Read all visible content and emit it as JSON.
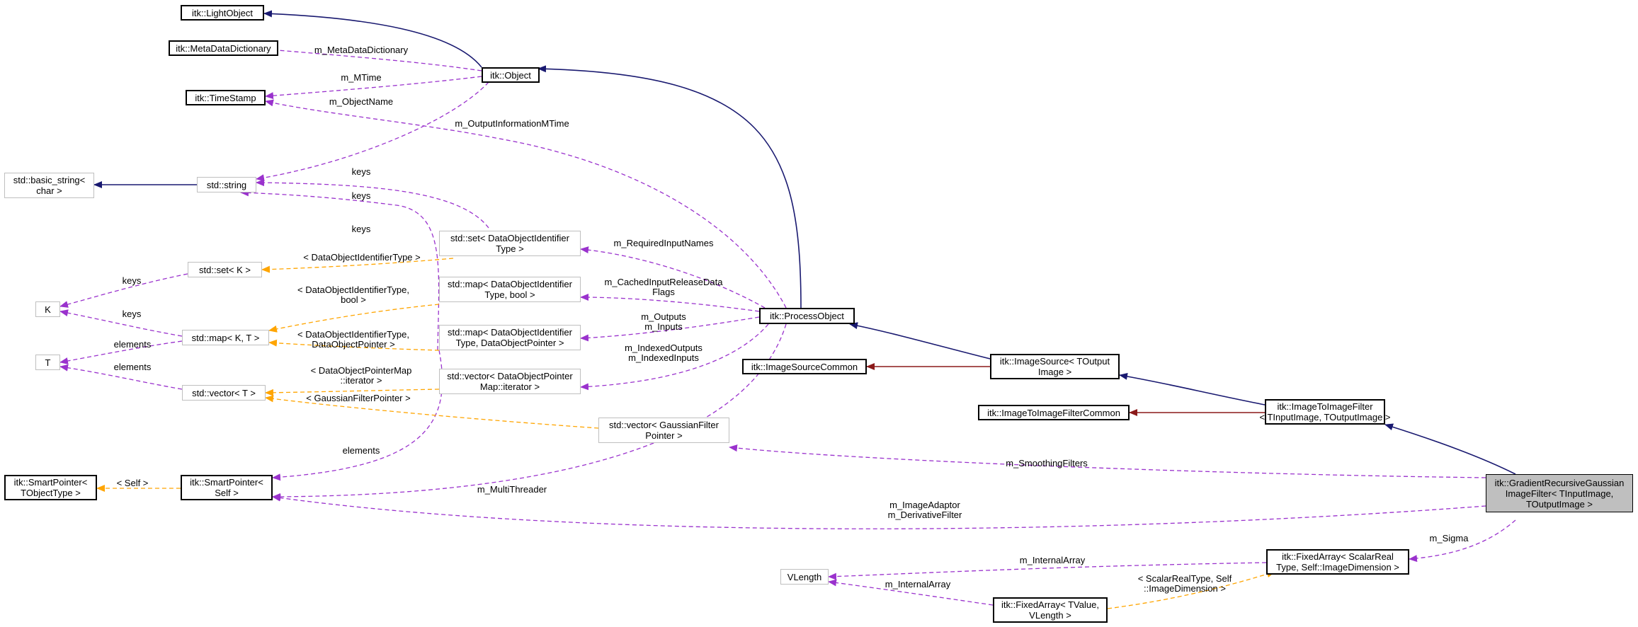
{
  "colors": {
    "inheritance": "#191970",
    "usage": "#9a32cd",
    "template": "#ffa500",
    "private": "#8b1a1a",
    "focus_fill": "#bfbfbf",
    "external_border": "#bfbfbf"
  },
  "nodes": {
    "light_object": [
      "itk::LightObject"
    ],
    "meta_data_dictionary": [
      "itk::MetaDataDictionary"
    ],
    "time_stamp": [
      "itk::TimeStamp"
    ],
    "object": [
      "itk::Object"
    ],
    "basic_string": [
      "std::basic_string<",
      "char >"
    ],
    "string": [
      "std::string"
    ],
    "set_k": [
      "std::set< K >"
    ],
    "k": [
      "K"
    ],
    "map_kt": [
      "std::map< K, T >"
    ],
    "t": [
      "T"
    ],
    "vector_t": [
      "std::vector< T >"
    ],
    "set_doid": [
      "std::set< DataObjectIdentifier",
      "Type >"
    ],
    "map_doid_bool": [
      "std::map< DataObjectIdentifier",
      "Type, bool >"
    ],
    "map_doid_ptr": [
      "std::map< DataObjectIdentifier",
      "Type, DataObjectPointer >"
    ],
    "vector_dop": [
      "std::vector< DataObjectPointer",
      "Map::iterator >"
    ],
    "vector_gfp": [
      "std::vector< GaussianFilter",
      "Pointer >"
    ],
    "smart_ptr_t": [
      "itk::SmartPointer<",
      "TObjectType >"
    ],
    "smart_ptr_self": [
      "itk::SmartPointer<",
      "Self >"
    ],
    "process_object": [
      "itk::ProcessObject"
    ],
    "image_source_common": [
      "itk::ImageSourceCommon"
    ],
    "image_source": [
      "itk::ImageSource< TOutput",
      "Image >"
    ],
    "i2i_common": [
      "itk::ImageToImageFilterCommon"
    ],
    "i2i_filter": [
      "itk::ImageToImageFilter",
      "< TInputImage, TOutputImage >"
    ],
    "gradient_filter": [
      "itk::GradientRecursiveGaussian",
      "ImageFilter< TInputImage,",
      "TOutputImage >"
    ],
    "vlength": [
      "VLength"
    ],
    "fixed_array_srt": [
      "itk::FixedArray< ScalarReal",
      "Type, Self::ImageDimension >"
    ],
    "fixed_array_tv": [
      "itk::FixedArray< TValue,",
      "VLength >"
    ]
  },
  "edge_labels": {
    "m_meta_data_dictionary": [
      "m_MetaDataDictionary"
    ],
    "m_mtime": [
      "m_MTime"
    ],
    "m_object_name": [
      "m_ObjectName"
    ],
    "m_output_information_mtime": [
      "m_OutputInformationMTime"
    ],
    "keys_1": [
      "keys"
    ],
    "keys_2": [
      "keys"
    ],
    "keys_3": [
      "keys"
    ],
    "keys_4": [
      "keys"
    ],
    "keys_5": [
      "keys"
    ],
    "doid_type": [
      "< DataObjectIdentifierType >"
    ],
    "doid_bool": [
      "< DataObjectIdentifierType,",
      "bool >"
    ],
    "doid_ptr": [
      "< DataObjectIdentifierType,",
      "DataObjectPointer >"
    ],
    "elements_1": [
      "elements"
    ],
    "elements_2": [
      "elements"
    ],
    "elements_3": [
      "elements"
    ],
    "dop_map_iter": [
      "< DataObjectPointerMap",
      "::iterator >"
    ],
    "gfp": [
      "< GaussianFilterPointer >"
    ],
    "m_required_input_names": [
      "m_RequiredInputNames"
    ],
    "m_cached_input": [
      "m_CachedInputReleaseData",
      "Flags"
    ],
    "m_outputs_inputs": [
      "m_Outputs",
      "m_Inputs"
    ],
    "m_indexed": [
      "m_IndexedOutputs",
      "m_IndexedInputs"
    ],
    "self": [
      "< Self >"
    ],
    "m_multi_threader": [
      "m_MultiThreader"
    ],
    "m_smoothing_filters": [
      "m_SmoothingFilters"
    ],
    "m_image_adaptor": [
      "m_ImageAdaptor",
      "m_DerivativeFilter"
    ],
    "m_sigma": [
      "m_Sigma"
    ],
    "m_internal_array_1": [
      "m_InternalArray"
    ],
    "m_internal_array_2": [
      "m_InternalArray"
    ],
    "scalar_real_type": [
      "< ScalarRealType, Self",
      "::ImageDimension >"
    ]
  }
}
